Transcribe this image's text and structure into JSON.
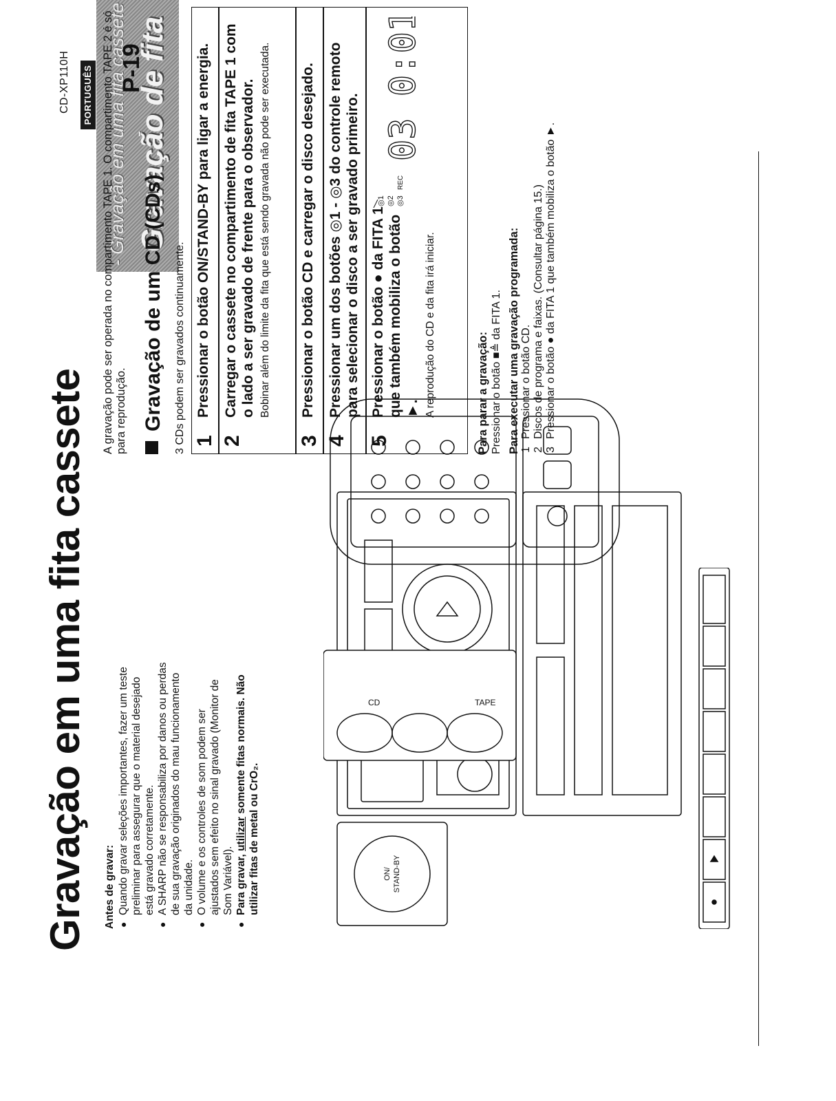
{
  "band": {
    "model": "CD-XP110H",
    "language": "PORTUGUÊS",
    "section_title": "Gravação de fita",
    "section_subtitle": "- Gravação em uma fita cassete -",
    "page_number": "P-19"
  },
  "title": "Gravação em uma fita cassete",
  "before": {
    "heading": "Antes de gravar:",
    "bullets": [
      "Quando gravar seleções importantes, fazer um teste preliminar para assegurar que o material desejado está gravado corretamente.",
      "A SHARP não se responsabiliza por danos ou perdas de sua gravação originados do mau funcionamento da unidade.",
      "O volume e os controles de som podem ser ajustados sem efeito no sinal gravado (Monitor de Som Variável)."
    ],
    "bold_bullet": {
      "prefix": "Para gravar, ",
      "emphasis": "utilizar",
      "rest": " somente fitas normais. Não utilizar fitas de metal ou CrO₂."
    }
  },
  "figure": {
    "power_button_label": "ON/\nSTAND-BY",
    "cd_label": "CD",
    "tape_label": "TAPE"
  },
  "intro": "A gravação pode ser operada no compartimento TAPE 1. O compartimento TAPE 2 é só para reprodução.",
  "cd_section": {
    "heading": "Gravação de um CD (CDs)",
    "note": "3 CDs podem ser gravados continuamente."
  },
  "steps": [
    {
      "num": "1",
      "text": "Pressionar o botão ON/STAND-BY para ligar a energia.",
      "sub": ""
    },
    {
      "num": "2",
      "text": "Carregar o cassete no compartimento de fita TAPE 1 com o lado a ser gravado de frente para o observador.",
      "sub": "Bobinar além do limite da fita que está sendo gravada não pode ser executada."
    },
    {
      "num": "3",
      "text": "Pressionar o botão CD e carregar o disco desejado.",
      "sub": ""
    },
    {
      "num": "4",
      "text": "Pressionar um dos botões ◎1 - ◎3 do controle remoto para selecionar o disco a ser gravado primeiro.",
      "sub": ""
    },
    {
      "num": "5",
      "text": "Pressionar o botão ● da FITA 1 que também mobiliza o botão ►.",
      "sub": "A reprodução do CD e da fita irá iniciar."
    }
  ],
  "lcd": {
    "display": "03 0:01",
    "i1": "◎1",
    "i2": "◎2",
    "i3": "◎3",
    "rec": "REC"
  },
  "stop": {
    "heading": "Para parar a gravação:",
    "text": "Pressionar o botão ■≜ da FITA 1."
  },
  "program": {
    "heading": "Para executar uma gravação programada:",
    "items": [
      {
        "n": "1",
        "text": "Pressionar o botão CD."
      },
      {
        "n": "2",
        "text": "Discos de programa e faixas. (Consultar página 15.)"
      },
      {
        "n": "3",
        "text": "Pressionar o botão ● da FITA 1 que também mobiliza o botão ►."
      }
    ]
  },
  "colors": {
    "ink": "#111111",
    "band_gray": "#9a9a9a",
    "lang_box": "#1a1a1a"
  }
}
